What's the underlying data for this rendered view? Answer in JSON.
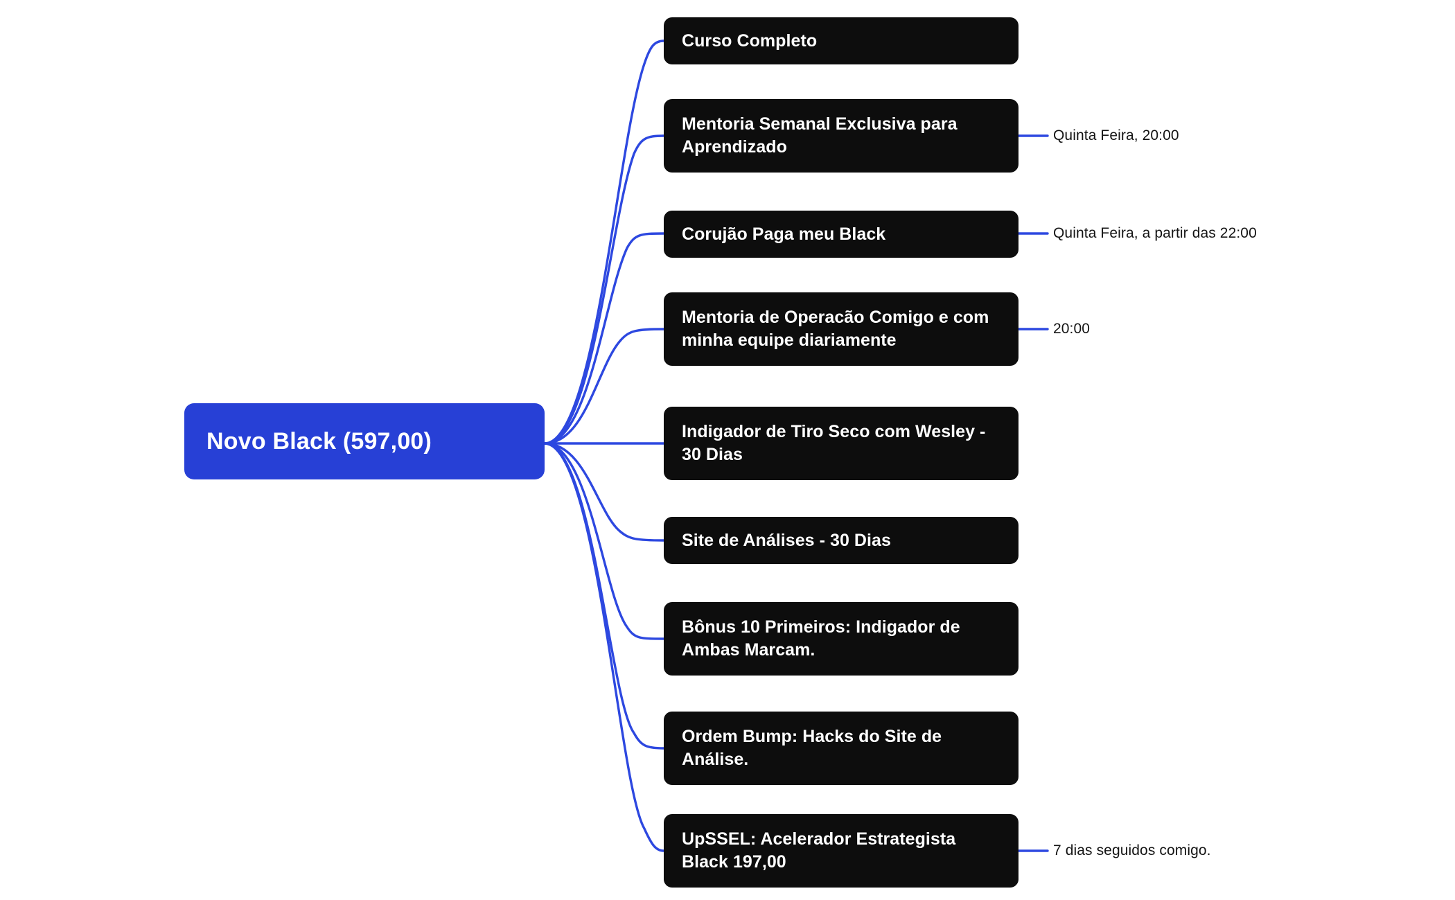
{
  "diagram": {
    "type": "mindmap",
    "title": "Novo Black (597,00)",
    "background_color": "#ffffff",
    "root_color": "#2740D6",
    "branch_color": "#0d0d0d",
    "edge_color": "#2D48E0",
    "note_color": "#141414"
  },
  "root": {
    "label": "Novo Black (597,00)"
  },
  "branches": [
    {
      "label": "Curso Completo",
      "note": ""
    },
    {
      "label": "Mentoria Semanal Exclusiva para Aprendizado",
      "note": "Quinta Feira, 20:00"
    },
    {
      "label": "Corujão Paga meu Black",
      "note": "Quinta Feira, a partir das 22:00"
    },
    {
      "label": "Mentoria de Operacão Comigo e com minha equipe diariamente",
      "note": "20:00"
    },
    {
      "label": "Indigador de Tiro Seco com Wesley - 30 Dias",
      "note": ""
    },
    {
      "label": "Site de Análises - 30 Dias",
      "note": ""
    },
    {
      "label": "Bônus 10 Primeiros: Indigador de Ambas Marcam.",
      "note": ""
    },
    {
      "label": "Ordem Bump: Hacks do Site de Análise.",
      "note": ""
    },
    {
      "label": "UpSSEL: Acelerador Estrategista Black 197,00",
      "note": "7 dias seguidos comigo."
    }
  ]
}
